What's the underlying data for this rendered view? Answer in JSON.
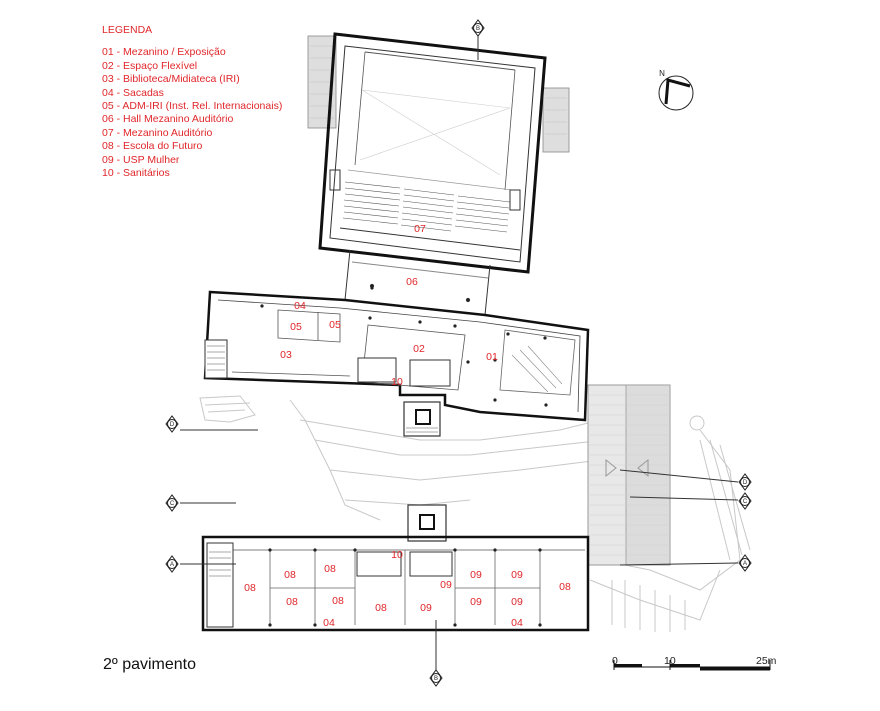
{
  "legend": {
    "title": "LEGENDA",
    "items": [
      "01 - Mezanino / Exposição",
      "02 - Espaço Flexível",
      "03 - Biblioteca/Midiateca (IRI)",
      "04 - Sacadas",
      "05 - ADM-IRI (Inst. Rel. Internacionais)",
      "06 - Hall Mezanino Auditório",
      "07 - Mezanino Auditório",
      "08 - Escola do Futuro",
      "09 - USP Mulher",
      "10 - Sanitários"
    ]
  },
  "floor_label": "2º pavimento",
  "scale": {
    "labels": [
      "0",
      "10",
      "25m"
    ]
  },
  "north_label": "N",
  "section_marks": {
    "A": "A",
    "B": "B",
    "C": "C",
    "D": "D"
  },
  "rooms": {
    "r07": "07",
    "r06": "06",
    "r04a": "04",
    "r05a": "05",
    "r05b": "05",
    "r03": "03",
    "r02": "02",
    "r01": "01",
    "r10a": "10",
    "r10b": "10",
    "s08a": "08",
    "s08b": "08",
    "s08c": "08",
    "s08d": "08",
    "s08e": "08",
    "s08f": "08",
    "s08g": "08",
    "s09a": "09",
    "s09b": "09",
    "s09c": "09",
    "s09d": "09",
    "s09e": "09",
    "s09f": "09",
    "s04a": "04",
    "s04b": "04"
  },
  "colors": {
    "labels": "#e0262a",
    "lines": "#222222",
    "light": "#bbbbbb"
  }
}
